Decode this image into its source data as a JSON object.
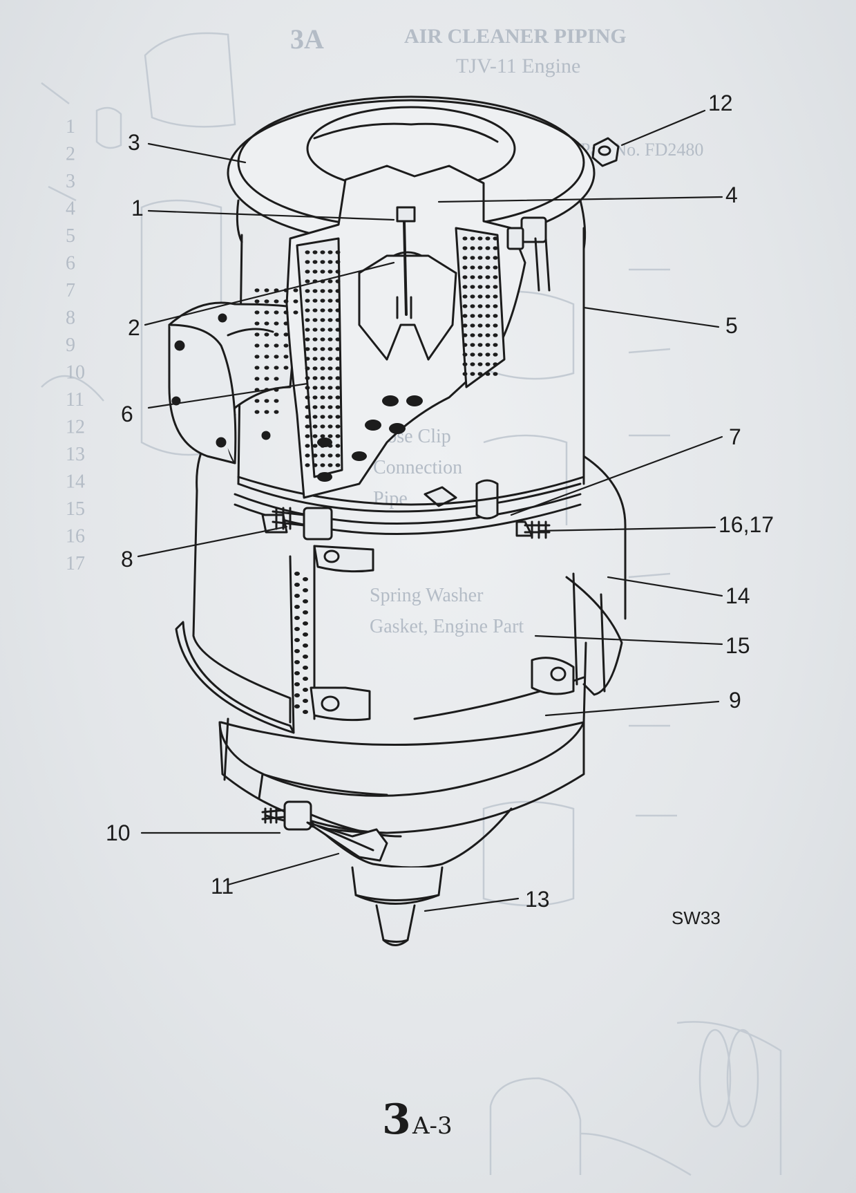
{
  "diagram": {
    "figure_code": "SW33",
    "page_number": {
      "big": "3",
      "small": "A-3"
    },
    "callouts": [
      {
        "id": "c1",
        "label": "1"
      },
      {
        "id": "c2",
        "label": "2"
      },
      {
        "id": "c3",
        "label": "3"
      },
      {
        "id": "c4",
        "label": "4"
      },
      {
        "id": "c5",
        "label": "5"
      },
      {
        "id": "c6",
        "label": "6"
      },
      {
        "id": "c7",
        "label": "7"
      },
      {
        "id": "c8",
        "label": "8"
      },
      {
        "id": "c9",
        "label": "9"
      },
      {
        "id": "c10",
        "label": "10"
      },
      {
        "id": "c11",
        "label": "11"
      },
      {
        "id": "c12",
        "label": "12"
      },
      {
        "id": "c13",
        "label": "13"
      },
      {
        "id": "c14",
        "label": "14"
      },
      {
        "id": "c15",
        "label": "15"
      },
      {
        "id": "c16",
        "label": "16,17"
      }
    ]
  },
  "bleed_through": {
    "heading": "AIR CLEANER PIPING",
    "subheading": "TJV-11 Engine",
    "part_no_text": "Part No. FD2480",
    "rows": [
      "1",
      "2",
      "3",
      "4",
      "5",
      "6",
      "7",
      "8",
      "9",
      "10",
      "11",
      "12",
      "13",
      "14",
      "15",
      "16",
      "17"
    ],
    "fragments": [
      "Spring Washer",
      "Gasket, Engine Part",
      "Hose Clip",
      "Connection",
      "Pipe"
    ]
  },
  "colors": {
    "ink": "#1c1c1c",
    "paper": "#e8ebee",
    "ghost": "#b9c1ca"
  }
}
